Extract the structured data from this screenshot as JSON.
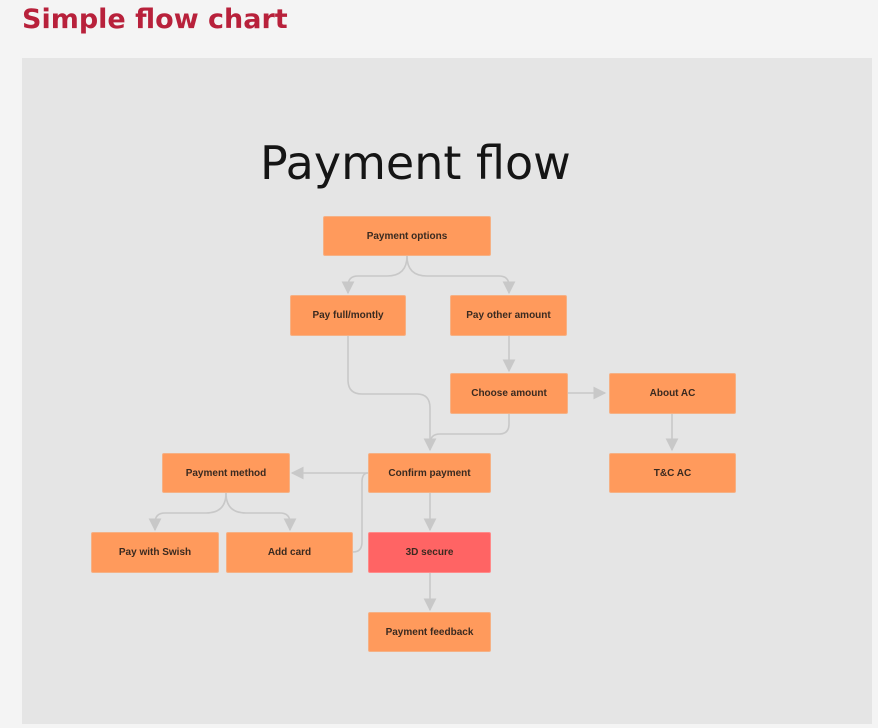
{
  "page": {
    "heading": "Simple flow chart"
  },
  "diagram": {
    "title": "Payment flow",
    "colors": {
      "node": "#ff9a5c",
      "node_alert": "#ff6464",
      "connector": "#c8c8c8",
      "heading": "#b8213b"
    },
    "nodes": {
      "payment_options": "Payment options",
      "pay_full_monthly": "Pay full/montly",
      "pay_other_amount": "Pay other amount",
      "choose_amount": "Choose amount",
      "about_ac": "About AC",
      "tc_ac": "T&C AC",
      "payment_method": "Payment method",
      "confirm_payment": "Confirm payment",
      "pay_with_swish": "Pay with Swish",
      "add_card": "Add card",
      "three_d_secure": "3D secure",
      "payment_feedback": "Payment feedback"
    }
  }
}
